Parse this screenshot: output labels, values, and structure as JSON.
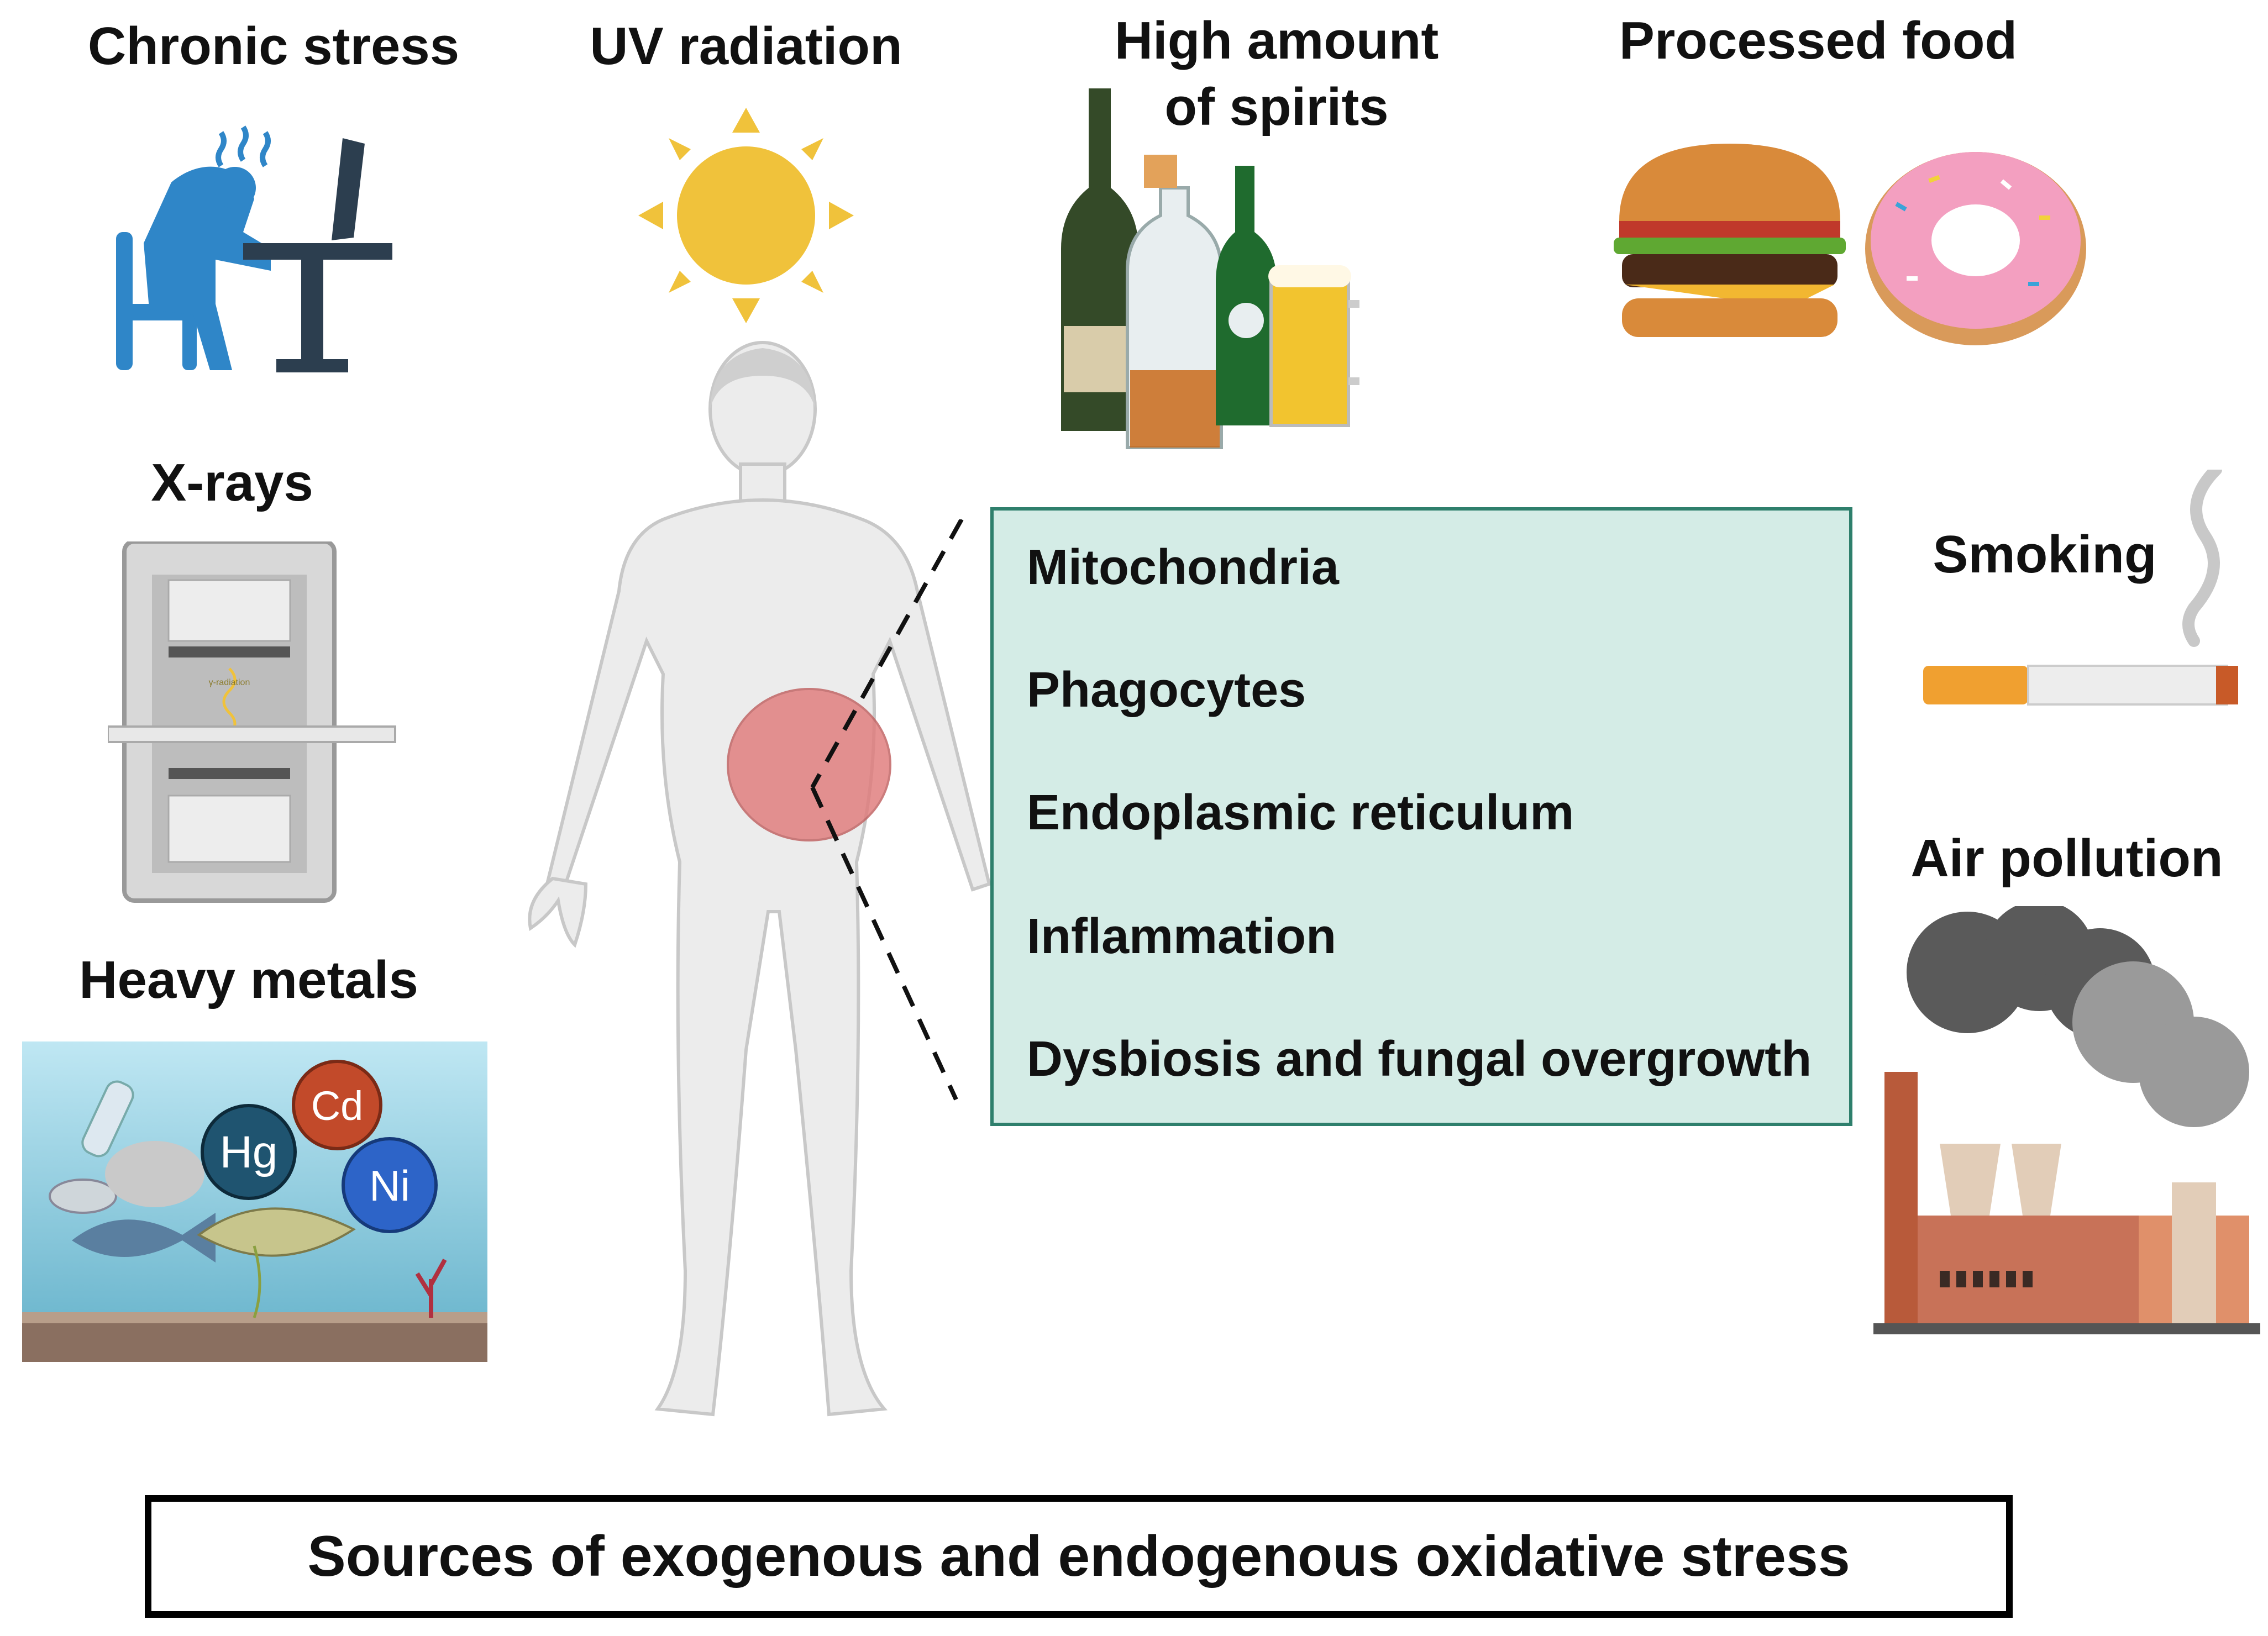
{
  "labels": {
    "chronic_stress": "Chronic stress",
    "uv_radiation": "UV radiation",
    "spirits_line1": "High amount",
    "spirits_line2": "of spirits",
    "processed_food": "Processed food",
    "xrays": "X-rays",
    "smoking": "Smoking",
    "air_pollution": "Air pollution",
    "heavy_metals": "Heavy metals"
  },
  "metals": {
    "hg": "Hg",
    "cd": "Cd",
    "ni": "Ni"
  },
  "xray_tag": "γ-radiation",
  "endogenous": [
    "Mitochondria",
    "Phagocytes",
    "Endoplasmic reticulum",
    "Inflammation",
    "Dysbiosis and fungal overgrowth"
  ],
  "caption": "Sources of exogenous and endogenous oxidative stress",
  "colors": {
    "box_fill": "#d4ece6",
    "box_border": "#2e7f6c",
    "highlight": "#e07b7b",
    "sun": "#f0c23b",
    "stress_figure": "#2f86c8"
  }
}
